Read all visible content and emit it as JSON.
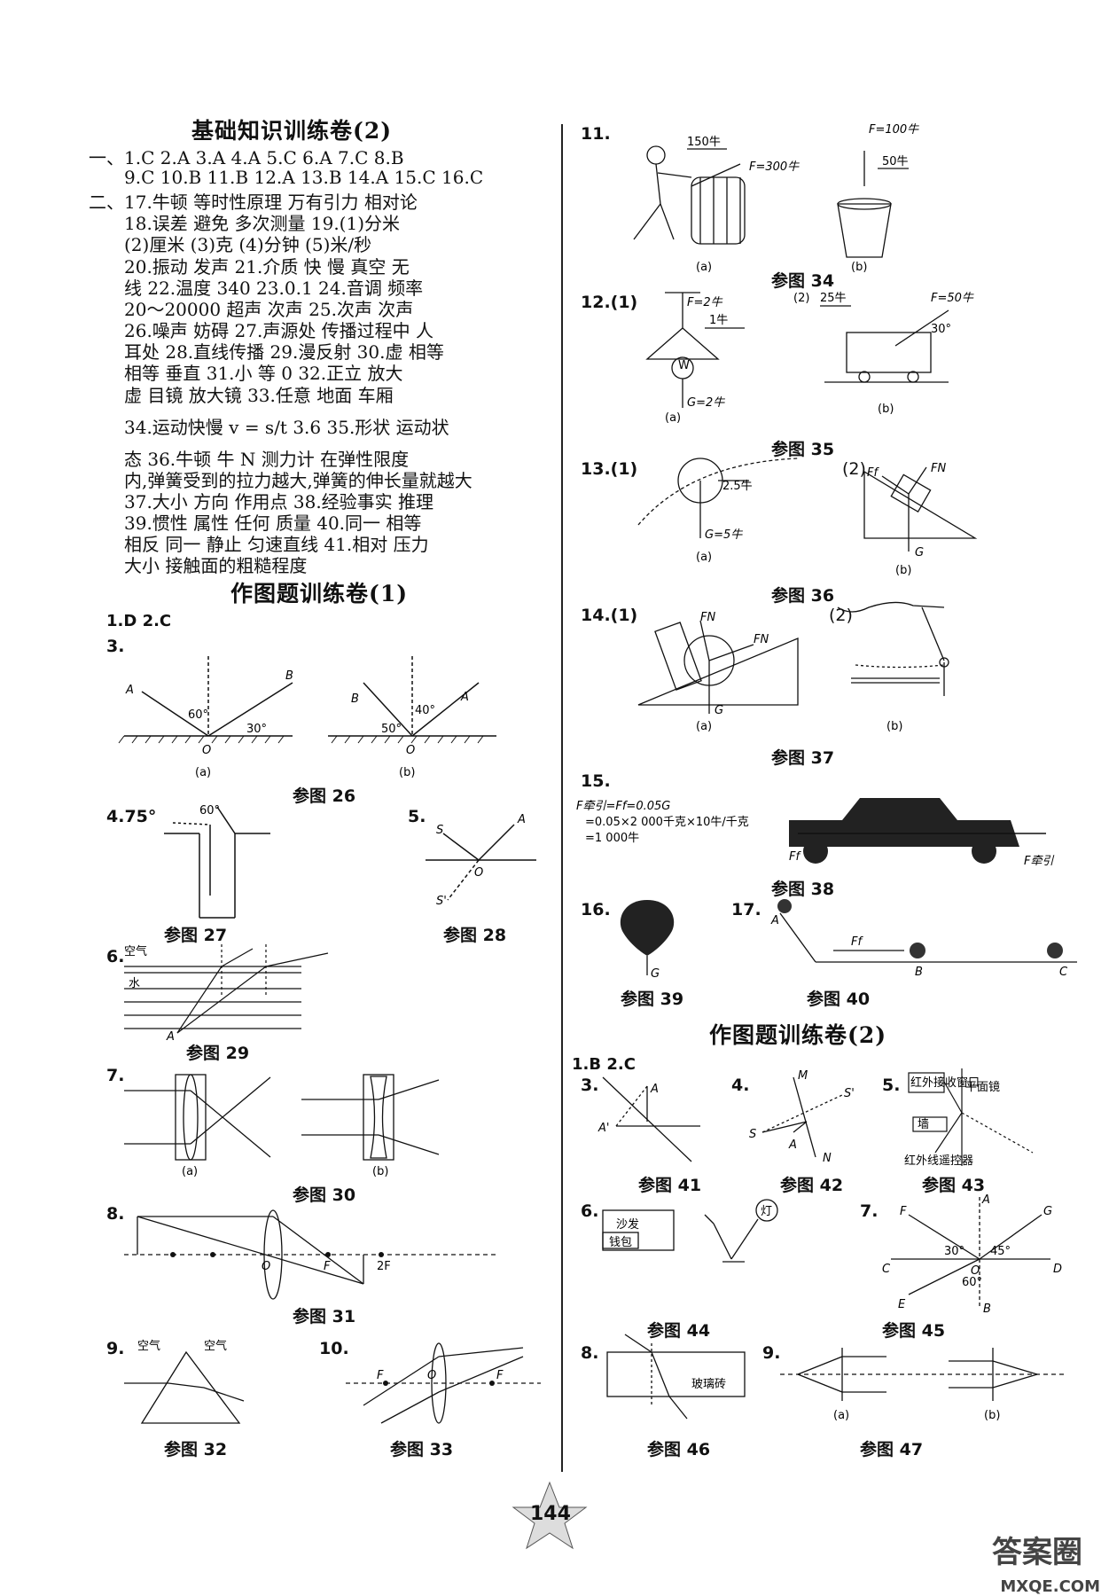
{
  "left": {
    "title1": "基础知识训练卷(2)",
    "lines": [
      "一、1.C  2.A  3.A  4.A  5.C  6.A  7.C  8.B",
      "9.C  10.B  11.B  12.A  13.B  14.A  15.C  16.C",
      "二、17.牛顿  等时性原理  万有引力  相对论",
      "18.误差  避免  多次测量  19.(1)分米",
      "(2)厘米  (3)克  (4)分钟  (5)米/秒",
      "20.振动  发声  21.介质  快  慢  真空  无",
      "线  22.温度  340  23.0.1  24.音调  频率",
      "20～20000  超声  次声  25.次声  次声",
      "26.噪声  妨碍  27.声源处  传播过程中  人",
      "耳处  28.直线传播  29.漫反射  30.虚  相等",
      "相等  垂直  31.小  等  0  32.正立  放大",
      "虚  目镜  放大镜  33.任意  地面  车厢",
      "34.运动快慢  v = s/t  3.6  35.形状  运动状",
      "态  36.牛顿  牛  N  测力计  在弹性限度",
      "内,弹簧受到的拉力越大,弹簧的伸长量就越大",
      "37.大小  方向  作用点  38.经验事实  推理",
      "39.惯性  属性  任何  质量  40.同一  相等",
      "相反  同一  静止  匀速直线  41.相对  压力",
      "大小  接触面的粗糙程度"
    ],
    "title2": "作图题训练卷(1)",
    "answers12": "1.D  2.C",
    "q3": "3.",
    "q4": "4.75°",
    "q5": "5.",
    "q6": "6.",
    "q7": "7.",
    "q8": "8.",
    "q9": "9.",
    "q10": "10.",
    "captions": {
      "c26": "参图 26",
      "c27": "参图 27",
      "c28": "参图 28",
      "c29": "参图 29",
      "c30": "参图 30",
      "c31": "参图 31",
      "c32": "参图 32",
      "c33": "参图 33"
    },
    "labels": {
      "a": "(a)",
      "b": "(b)",
      "A": "A",
      "B": "B",
      "O": "O",
      "S": "S",
      "S2": "S'",
      "deg60": "60°",
      "deg30": "30°",
      "deg40": "40°",
      "deg50": "50°",
      "air": "空气",
      "water": "水",
      "F": "F",
      "twoF": "2F"
    }
  },
  "right": {
    "q11": "11.",
    "q12": "12.(1)",
    "q12b": "(2)",
    "q13": "13.(1)",
    "q13b": "(2)",
    "q14": "14.(1)",
    "q14b": "(2)",
    "q15": "15.",
    "q16": "16.",
    "q17": "17.",
    "title3": "作图题训练卷(2)",
    "answers12": "1.B  2.C",
    "q3": "3.",
    "q4": "4.",
    "q5": "5.",
    "q6": "6.",
    "q7": "7.",
    "q8": "8.",
    "q9": "9.",
    "captions": {
      "c34": "参图 34",
      "c35": "参图 35",
      "c36": "参图 36",
      "c37": "参图 37",
      "c38": "参图 38",
      "c39": "参图 39",
      "c40": "参图 40",
      "c41": "参图 41",
      "c42": "参图 42",
      "c43": "参图 43",
      "c44": "参图 44",
      "c45": "参图 45",
      "c46": "参图 46",
      "c47": "参图 47"
    },
    "labels": {
      "n150": "150牛",
      "f300": "F=300牛",
      "f100": "F=100牛",
      "n50": "50牛",
      "f2": "F=2牛",
      "n1": "1牛",
      "g2": "G=2牛",
      "n25": "25牛",
      "f50": "F=50牛",
      "deg30": "30°",
      "n25b": "2.5牛",
      "g5": "G=5牛",
      "G": "G",
      "Ff": "Ff",
      "FN": "FN",
      "F": "F",
      "eq1": "F牵引=Ff=0.05G",
      "eq2": "=0.05×2 000千克×10牛/千克",
      "eq3": "=1 000牛",
      "Fpull": "F牵引",
      "A": "A",
      "B": "B",
      "C": "C",
      "D": "D",
      "E": "E",
      "Gp": "G",
      "O": "O",
      "M": "M",
      "N": "N",
      "S": "S",
      "S2": "S'",
      "A2": "A'",
      "ir": "红外接收窗口",
      "mirror": "平面镜",
      "wall": "墙",
      "remote": "红外线遥控器",
      "sofa": "沙发",
      "bag": "钱包",
      "lamp": "灯",
      "deg45": "45°",
      "deg60": "60°",
      "glass": "玻璃砖",
      "a": "(a)",
      "b": "(b)"
    }
  },
  "footer": {
    "page": "144",
    "watermark": "答案圈",
    "site": "MXQE.COM"
  }
}
